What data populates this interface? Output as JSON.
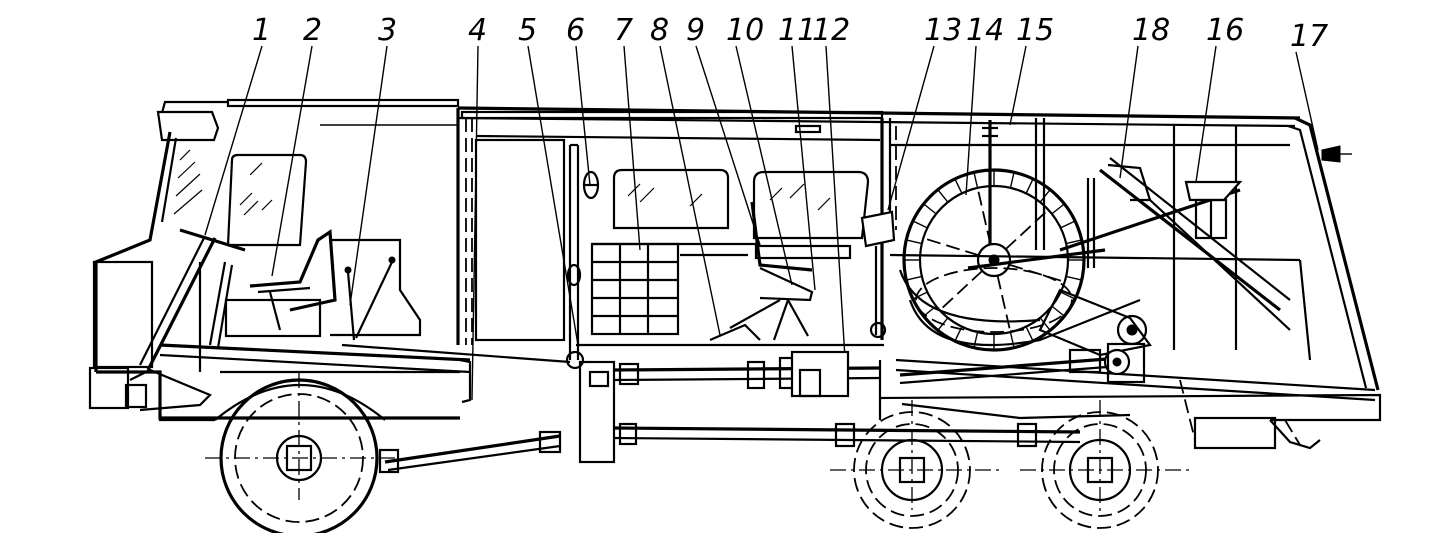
{
  "callouts": [
    {
      "id": "1",
      "label": "1"
    },
    {
      "id": "2",
      "label": "2"
    },
    {
      "id": "3",
      "label": "3"
    },
    {
      "id": "4",
      "label": "4"
    },
    {
      "id": "5",
      "label": "5"
    },
    {
      "id": "6",
      "label": "6"
    },
    {
      "id": "7",
      "label": "7"
    },
    {
      "id": "8",
      "label": "8"
    },
    {
      "id": "9",
      "label": "9"
    },
    {
      "id": "10",
      "label": "10"
    },
    {
      "id": "11",
      "label": "11"
    },
    {
      "id": "12",
      "label": "12"
    },
    {
      "id": "13",
      "label": "13"
    },
    {
      "id": "14",
      "label": "14"
    },
    {
      "id": "15",
      "label": "15"
    },
    {
      "id": "18",
      "label": "18"
    },
    {
      "id": "16",
      "label": "16"
    },
    {
      "id": "17",
      "label": "17"
    }
  ]
}
